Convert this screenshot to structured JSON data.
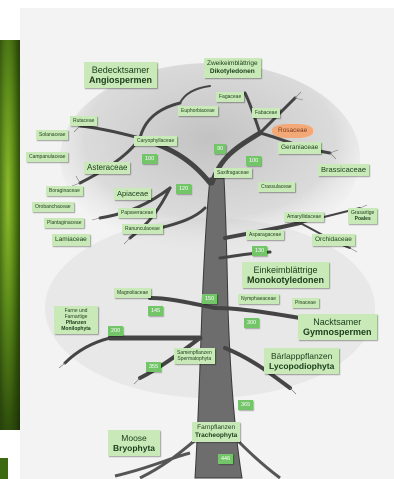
{
  "groups": {
    "angiosperms": {
      "line1": "Bedecktsamer",
      "line2": "Angiospermen"
    },
    "dicots": {
      "line1": "Zweikeimblättrige",
      "line2": "Dikotyledonen"
    },
    "monocots": {
      "line1": "Einkeimblättrige",
      "line2": "Monokotyledonen"
    },
    "gymnosperms": {
      "line1": "Nacktsamer",
      "line2": "Gymnospermen"
    },
    "lycopods": {
      "line1": "Bärlapppflanzen",
      "line2": "Lycopodiophyta"
    },
    "mosses": {
      "line1": "Moose",
      "line2": "Bryophyta"
    },
    "ferns": {
      "line1": "Farnpflanzen",
      "line2": "Tracheophyta"
    },
    "spermatophyta": {
      "line1": "Samenpflanzen",
      "line2": "Spermatophyta"
    },
    "ferns_allies": {
      "line1": "Farne und",
      "line2": "Farnartige",
      "line3": "Pflanzen",
      "line4": "Monilophyta"
    },
    "grasses": {
      "line1": "Grasartige",
      "line2": "Poales"
    }
  },
  "families": {
    "fagaceae": "Fagaceae",
    "euphorbiaceae": "Euphorbiaceae",
    "fabaceae": "Fabaceae",
    "rosaceae": "Rosaceae",
    "rutaceae": "Rutaceae",
    "solanaceae": "Solanaceae",
    "caryophyllaceae": "Caryophyllaceae",
    "campanulaceae": "Campanulaceae",
    "asteraceae": "Asteraceae",
    "geraniaceae": "Geraniaceae",
    "saxifragaceae": "Saxifragaceae",
    "brassicaceae": "Brassicaceae",
    "crassulaceae": "Crassulaceae",
    "boraginaceae": "Boraginaceae",
    "apiaceae": "Apiaceae",
    "orobanchaceae": "Orobanchaceae",
    "papaveraceae": "Papaveraceae",
    "plantaginaceae": "Plantaginaceae",
    "ranunculaceae": "Ranunculaceae",
    "lamiaceae": "Lamiaceae",
    "amaryllidaceae": "Amaryllidaceae",
    "asparagaceae": "Asparagaceae",
    "orchidaceae": "Orchidaceae",
    "magnoliaceae": "Magnoliaceae",
    "nymphaeaceae": "Nymphaeaceae",
    "pinaceae": "Pinaceae"
  },
  "ages": {
    "a100": "100",
    "a100b": "100",
    "a90": "90",
    "a120": "120",
    "a150": "150",
    "a130": "130",
    "a145": "145",
    "a200": "200",
    "a300": "300",
    "a355": "355",
    "a365": "365",
    "a446": "446"
  },
  "colors": {
    "label_bg": "#c9e9b8",
    "label_text": "#1a3d1a",
    "age_bg": "#74c46a",
    "highlight": "#f3a877"
  }
}
